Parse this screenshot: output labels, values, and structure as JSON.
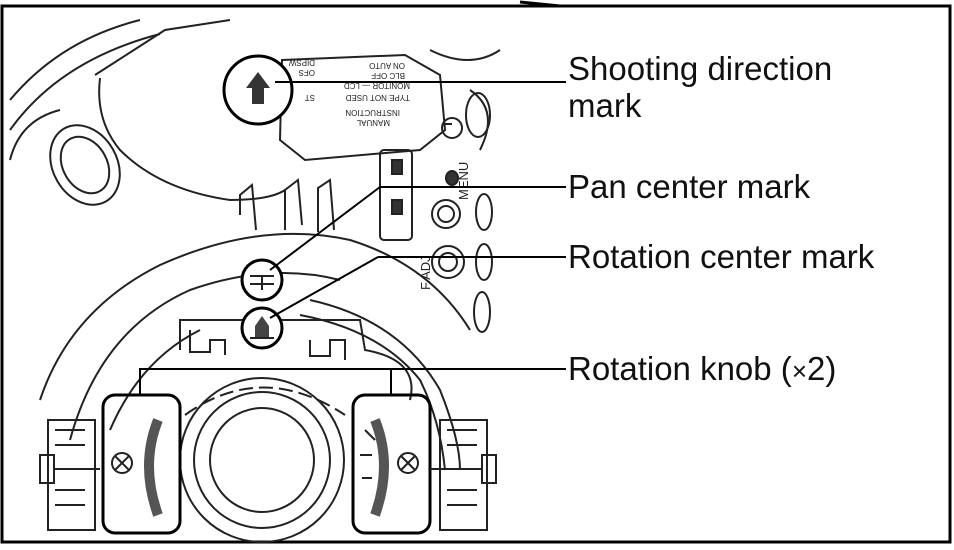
{
  "callouts": {
    "shooting_line1": "Shooting direction",
    "shooting_line2": "mark",
    "pan": "Pan center mark",
    "rotation_center": "Rotation center mark",
    "rotation_knob_prefix": "Rotation knob (",
    "rotation_knob_cross": "×",
    "rotation_knob_suffix": "2)"
  },
  "board": {
    "manual": "MANUAL",
    "instruction": "INSTRUCTION",
    "type_not_used": "TYPE NOT USED",
    "monitor_lcd": "MONITOR — LCD",
    "blc_off": "BLC OFF",
    "on_auto": "ON AUTO",
    "ofs": "OFS",
    "dipsw": "DIPSW",
    "st": "ST",
    "menu": "MENU",
    "fadj": "F.ADJ"
  }
}
